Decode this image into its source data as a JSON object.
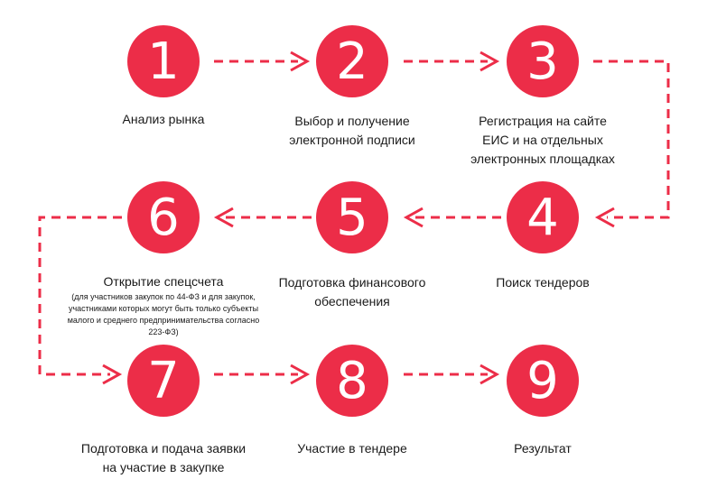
{
  "colors": {
    "accent": "#ec2d48"
  },
  "steps": [
    {
      "num": "1",
      "label": "Анализ рынка"
    },
    {
      "num": "2",
      "label": "Выбор и получение электронной подписи"
    },
    {
      "num": "3",
      "label": "Регистрация на сайте ЕИС и на отдельных электронных площадках"
    },
    {
      "num": "4",
      "label": "Поиск тендеров"
    },
    {
      "num": "5",
      "label": "Подготовка финансового обеспечения"
    },
    {
      "num": "6",
      "label": "Открытие спецсчета",
      "note": "(для участников закупок по 44-ФЗ и для закупок, участниками которых могут быть только субъекты малого и среднего предпринимательства согласно 223-ФЗ)"
    },
    {
      "num": "7",
      "label": "Подготовка и подача заявки на участие в закупке"
    },
    {
      "num": "8",
      "label": "Участие в тендере"
    },
    {
      "num": "9",
      "label": "Результат"
    }
  ]
}
